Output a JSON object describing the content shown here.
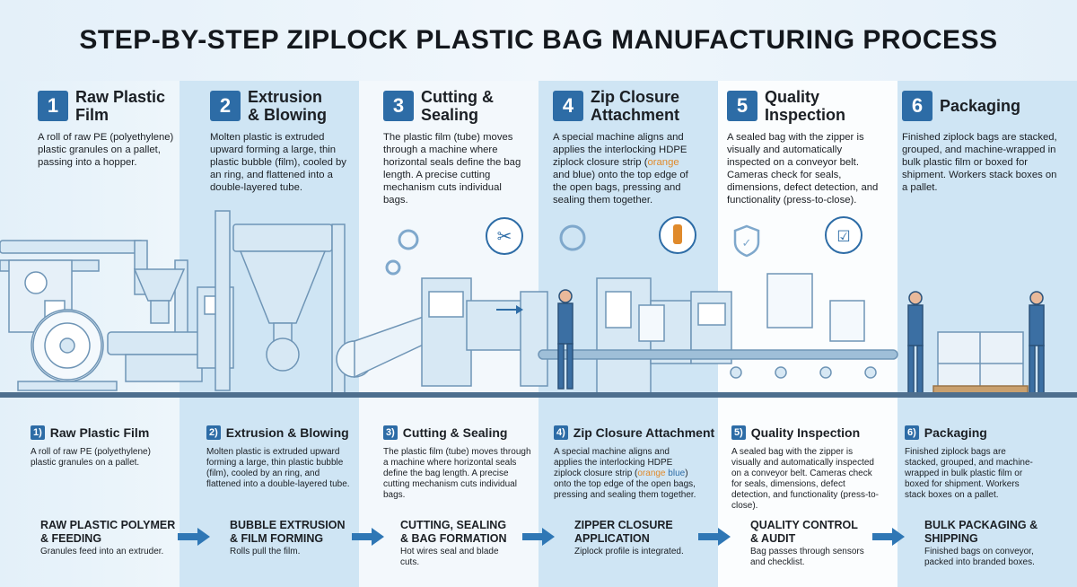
{
  "title": "STEP-BY-STEP ZIPLOCK PLASTIC BAG MANUFACTURING PROCESS",
  "steps": [
    {
      "num": "1",
      "title": "Raw Plastic Film",
      "desc": "A roll of raw PE (polyethylene) plastic granules on a pallet, passing into a hopper."
    },
    {
      "num": "2",
      "title": "Extrusion & Blowing",
      "desc": "Molten plastic is extruded upward forming a large, thin plastic bubble (film), cooled by an ring, and flattened into a double-layered tube."
    },
    {
      "num": "3",
      "title": "Cutting & Sealing",
      "desc": "The plastic film (tube) moves through a machine where horizontal seals define the bag length. A precise cutting mechanism cuts individual bags."
    },
    {
      "num": "4",
      "title": "Zip Closure Attachment",
      "desc_pre": "A special machine aligns and applies the interlocking HDPE ziplock closure strip (",
      "desc_orange": "orange",
      "desc_post": " and blue) onto the top edge of the open bags, pressing and sealing them together."
    },
    {
      "num": "5",
      "title": "Quality Inspection",
      "desc": "A sealed bag with the zipper is visually and automatically inspected on a conveyor belt. Cameras check for seals, dimensions, defect detection, and functionality (press-to-close)."
    },
    {
      "num": "6",
      "title": "Packaging",
      "desc": "Finished ziplock bags are stacked, grouped, and machine-wrapped in bulk plastic film or boxed for shipment. Workers stack boxes on a pallet."
    }
  ],
  "bottom_steps": [
    {
      "num": "1)",
      "title": "Raw Plastic Film",
      "desc": "A roll of raw PE (polyethylene) plastic granules on a pallet."
    },
    {
      "num": "2)",
      "title": "Extrusion & Blowing",
      "desc": "Molten plastic is extruded upward forming a large, thin plastic bubble (film), cooled by an ring, and flattened into a double-layered tube."
    },
    {
      "num": "3)",
      "title": "Cutting & Sealing",
      "desc": "The plastic film (tube) moves through a machine where horizontal seals define the bag length. A precise cutting mechanism cuts individual bags."
    },
    {
      "num": "4)",
      "title": "Zip Closure Attachment",
      "desc_pre": "A special machine aligns and applies the interlocking HDPE ziplock closure strip (",
      "desc_orange": "orange",
      "desc_space": " ",
      "desc_blue": "blue",
      "desc_post": ") onto the top edge of the open bags, pressing and sealing them together."
    },
    {
      "num": "5)",
      "title": "Quality Inspection",
      "desc": "A sealed bag with the zipper is visually and automatically inspected on a conveyor belt. Cameras check for seals, dimensions, defect detection, and functionality (press-to-close)."
    },
    {
      "num": "6)",
      "title": "Packaging",
      "desc": "Finished ziplock bags are stacked, grouped, and machine-wrapped in bulk plastic film or boxed for shipment. Workers stack boxes on a pallet."
    }
  ],
  "summary": [
    {
      "title": "RAW PLASTIC POLYMER & FEEDING",
      "sub": "Granules feed into an extruder."
    },
    {
      "title": "BUBBLE EXTRUSION & FILM FORMING",
      "sub": "Rolls pull the film."
    },
    {
      "title": "CUTTING, SEALING & BAG FORMATION",
      "sub": "Hot wires seal and blade cuts."
    },
    {
      "title": "ZIPPER CLOSURE APPLICATION",
      "sub": "Ziplock profile is integrated."
    },
    {
      "title": "QUALITY CONTROL & AUDIT",
      "sub": "Bag passes through sensors and checklist."
    },
    {
      "title": "BULK PACKAGING & SHIPPING",
      "sub": "Finished bags on conveyor, packed into branded boxes."
    }
  ],
  "colors": {
    "accent": "#2d6ca6",
    "highlight": "#e08a2b"
  }
}
